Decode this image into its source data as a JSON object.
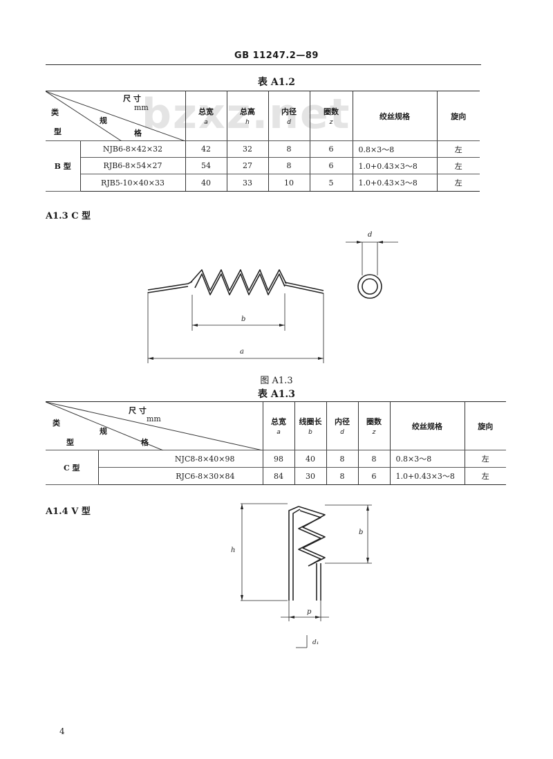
{
  "header": {
    "standard": "GB 11247.2—89"
  },
  "watermark": "bzxz.net",
  "table_a12": {
    "caption": "表 A1.2",
    "corner": {
      "dims": "尺    寸",
      "unit": "mm",
      "lei": "类",
      "xing": "型",
      "gui": "规",
      "ge": "格"
    },
    "columns": [
      {
        "label": "总宽",
        "sym": "a"
      },
      {
        "label": "总高",
        "sym": "h"
      },
      {
        "label": "内径",
        "sym": "d"
      },
      {
        "label": "圈数",
        "sym": "z"
      },
      {
        "label": "绞丝规格",
        "sym": ""
      },
      {
        "label": "旋向",
        "sym": ""
      }
    ],
    "group": "B 型",
    "rows": [
      {
        "spec": "NJB6-8×42×32",
        "c1": "42",
        "c2": "32",
        "c3": "8",
        "c4": "6",
        "c5": "0.8×3～8",
        "c6": "左"
      },
      {
        "spec": "RJB6-8×54×27",
        "c1": "54",
        "c2": "27",
        "c3": "8",
        "c4": "6",
        "c5": "1.0+0.43×3～8",
        "c6": "左"
      },
      {
        "spec": "RJB5-10×40×33",
        "c1": "40",
        "c2": "33",
        "c3": "10",
        "c4": "5",
        "c5": "1.0+0.43×3～8",
        "c6": "左"
      }
    ]
  },
  "section_a13": {
    "title": "A1.3   C 型"
  },
  "figure_a13": {
    "caption": "图 A1.3",
    "label_a": "a",
    "label_b": "b",
    "label_d": "d"
  },
  "table_a13": {
    "caption": "表 A1.3",
    "corner": {
      "dims": "尺       寸",
      "unit": "mm",
      "lei": "类",
      "xing": "型",
      "gui": "规",
      "ge": "格"
    },
    "columns": [
      {
        "label": "总宽",
        "sym": "a"
      },
      {
        "label": "线圈长",
        "sym": "b"
      },
      {
        "label": "内径",
        "sym": "d"
      },
      {
        "label": "圈数",
        "sym": "z"
      },
      {
        "label": "绞丝规格",
        "sym": ""
      },
      {
        "label": "旋向",
        "sym": ""
      }
    ],
    "group": "C 型",
    "rows": [
      {
        "spec": "NJC8-8×40×98",
        "c1": "98",
        "c2": "40",
        "c3": "8",
        "c4": "8",
        "c5": "0.8×3～8",
        "c6": "左"
      },
      {
        "spec": "RJC6-8×30×84",
        "c1": "84",
        "c2": "30",
        "c3": "8",
        "c4": "6",
        "c5": "1.0+0.43×3～8",
        "c6": "左"
      }
    ]
  },
  "section_a14": {
    "title": "A1.4   V 型"
  },
  "figure_a14": {
    "label_h": "h",
    "label_b": "b",
    "label_p": "p",
    "label_d1": "d₁"
  },
  "page": {
    "number": "4"
  }
}
